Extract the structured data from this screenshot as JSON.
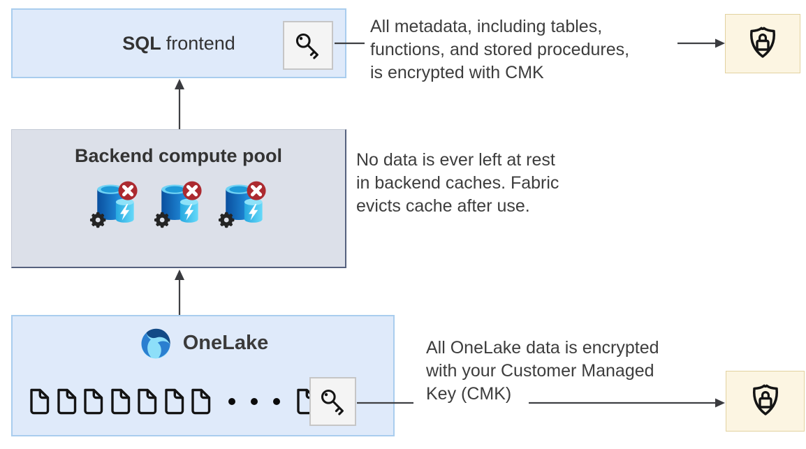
{
  "sql_box": {
    "title_bold": "SQL",
    "title_regular": "frontend",
    "icon": "key-icon"
  },
  "backend_box": {
    "title": "Backend compute pool",
    "cache_icon": "cache-evicted-icon",
    "cache_icon_count": 3
  },
  "onelake_box": {
    "title": "OneLake",
    "logo": "onelake-logo",
    "document_icon": "document-icon",
    "document_count": 8,
    "ellipsis_dots": 3,
    "icon": "key-icon"
  },
  "annotations": {
    "metadata": {
      "text": "All metadata, including tables, functions, and stored procedures, is encrypted with CMK",
      "lines": [
        "All metadata, including tables,",
        "functions, and stored procedures,",
        "is encrypted with CMK"
      ]
    },
    "cache": {
      "text": "No data is ever left at rest in backend caches. Fabric evicts cache after use.",
      "lines": [
        "No data is ever left at rest",
        "in backend caches. Fabric",
        "evicts cache after use."
      ]
    },
    "onelake": {
      "text": "All OneLake data is encrypted with your Customer Managed Key (CMK)",
      "lines": [
        "All OneLake data is encrypted",
        "with your Customer Managed",
        "Key (CMK)"
      ]
    }
  },
  "shields": {
    "top_icon": "shield-lock-icon",
    "bottom_icon": "shield-lock-icon"
  },
  "colors": {
    "blue_box_bg": "#dfeafa",
    "blue_box_border": "#a9cdee",
    "gray_box_bg": "#dce0e9",
    "gray_box_border": "#56617e",
    "cream_box_bg": "#fcf5e2",
    "cream_box_border": "#e2d2a0",
    "arrow": "#3f4043",
    "text": "#3d3d3d",
    "badge_red": "#ac2a30",
    "cylinder_blue": "#0a4f9e",
    "cylinder_cyan": "#27a8e0"
  }
}
